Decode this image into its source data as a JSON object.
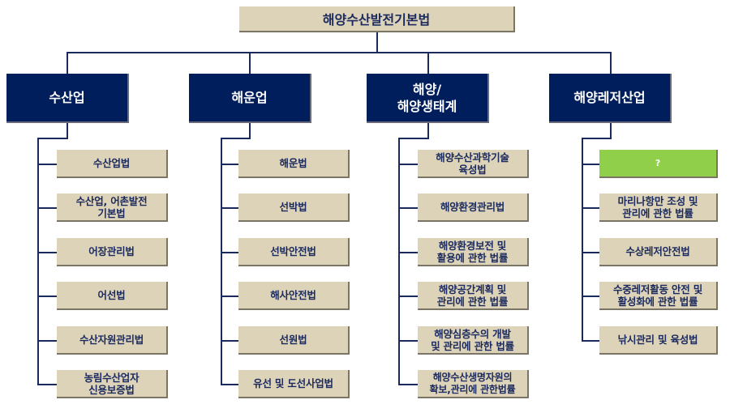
{
  "root": {
    "label": "해양수산발전기본법"
  },
  "categories": [
    {
      "label": "수산업",
      "laws": [
        "수산업법",
        "수산업, 어촌발전\n기본법",
        "어장관리법",
        "어선법",
        "수산자원관리법",
        "농림수산업자\n신용보증법"
      ]
    },
    {
      "label": "해운업",
      "laws": [
        "해운법",
        "선박법",
        "선박안전법",
        "해사안전법",
        "선원법",
        "유선 및 도선사업법"
      ]
    },
    {
      "label": "해양/\n해양생태계",
      "laws": [
        "해양수산과학기술\n육성법",
        "해양환경관리법",
        "해양환경보전 및\n활용에 관한 법률",
        "해양공간계획 및\n관리에 관한 법률",
        "해양심층수의 개발\n및 관리에 관한 법률",
        "해양수산생명자원의\n확보,관리에 관한법률"
      ]
    },
    {
      "label": "해양레저산업",
      "laws": [
        "?",
        "마리나항만 조성 및\n관리에 관한 법률",
        "수상레저안전법",
        "수중레저활동 안전 및\n활성화에 관한 법률",
        "낚시관리 및 육성법"
      ]
    }
  ],
  "colors": {
    "category_bg": "#001e5c",
    "law_bg": "#ddd3b8",
    "highlight_bg": "#8fcf4a",
    "line": "#1b2a5e"
  }
}
